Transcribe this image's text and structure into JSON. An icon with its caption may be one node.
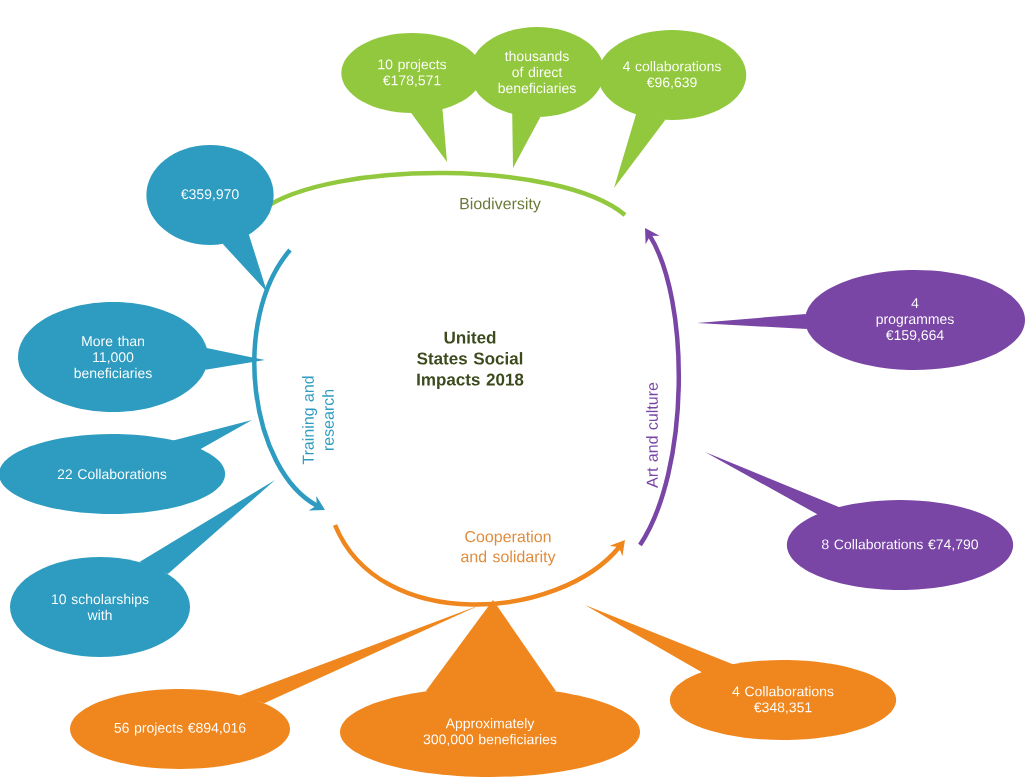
{
  "diagram": {
    "nodes": [
      {
        "text": [
          "10 projects €178,571"
        ]
      },
      {
        "text": [
          "thousands of direct beneficiaries"
        ]
      },
      {
        "text": [
          "4 collaborations €96,639"
        ]
      },
      {
        "text": [
          "€359,970"
        ]
      },
      {
        "text": [
          "Biodiversity"
        ]
      },
      {
        "text": [
          "More than 11,000 beneficiaries"
        ]
      },
      {
        "text": [
          "4 programmes €159,664"
        ]
      },
      {
        "text": [
          "Training and research"
        ]
      },
      {
        "text": [
          "Art and culture"
        ]
      },
      {
        "text": [
          "22 Collaborations"
        ]
      },
      {
        "text": [
          "10 scholarships with"
        ]
      },
      {
        "text": [
          "8 Collaborations €74,790"
        ]
      },
      {
        "text": [
          "Cooperation and solidarity"
        ]
      },
      {
        "text": [
          "56 projects €894,016"
        ]
      },
      {
        "text": [
          "Approximately 300,000 beneficiaries"
        ]
      },
      {
        "text": [
          "4 Collaborations €348,351"
        ]
      }
    ],
    "labels": [
      "United States Social Impacts 2018"
    ]
  }
}
